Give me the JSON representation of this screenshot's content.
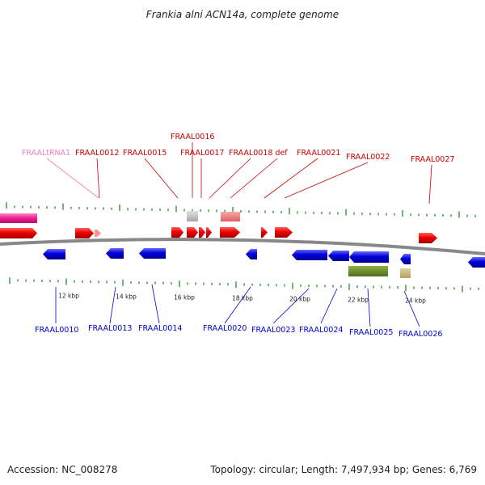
{
  "title": "Frankia alni ACN14a, complete genome",
  "footer": {
    "accession": "Accession: NC_008278",
    "summary": "Topology: circular; Length: 7,497,934 bp; Genes: 6,769"
  },
  "colors": {
    "forward": "#ee0000",
    "reverse": "#0000dd",
    "trna": "#ee1e8c",
    "trna_label": "#f080c0",
    "backbone": "#888888",
    "tick": "#2a8a2a",
    "gray_feature": "#c0c0c0",
    "salmon_feature": "#f08080",
    "olive_feature": "#6b8e23",
    "khaki_feature": "#c8b878"
  },
  "scale": {
    "tick_labels": [
      "12 kbp",
      "14 kbp",
      "16 kbp",
      "18 kbp",
      "20 kbp",
      "22 kbp",
      "24 kbp"
    ]
  },
  "top_labels": [
    {
      "text": "FRAAL0016",
      "color": "#cc0000"
    },
    {
      "text": "FRAALtRNA1",
      "color": "#f080c0"
    },
    {
      "text": "FRAAL0012",
      "color": "#cc0000"
    },
    {
      "text": "FRAAL0015",
      "color": "#cc0000"
    },
    {
      "text": "FRAAL0017",
      "color": "#cc0000"
    },
    {
      "text": "FRAAL0018 def",
      "color": "#cc0000"
    },
    {
      "text": "FRAAL0021",
      "color": "#cc0000"
    },
    {
      "text": "FRAAL0022",
      "color": "#cc0000"
    },
    {
      "text": "FRAAL0027",
      "color": "#cc0000"
    }
  ],
  "bottom_labels": [
    {
      "text": "FRAAL0010",
      "color": "#0000cc"
    },
    {
      "text": "FRAAL0013",
      "color": "#0000cc"
    },
    {
      "text": "FRAAL0014",
      "color": "#0000cc"
    },
    {
      "text": "FRAAL0020",
      "color": "#0000cc"
    },
    {
      "text": "FRAAL0023",
      "color": "#0000cc"
    },
    {
      "text": "FRAAL0024",
      "color": "#0000cc"
    },
    {
      "text": "FRAAL0025",
      "color": "#0000cc"
    },
    {
      "text": "FRAAL0026",
      "color": "#0000cc"
    }
  ]
}
